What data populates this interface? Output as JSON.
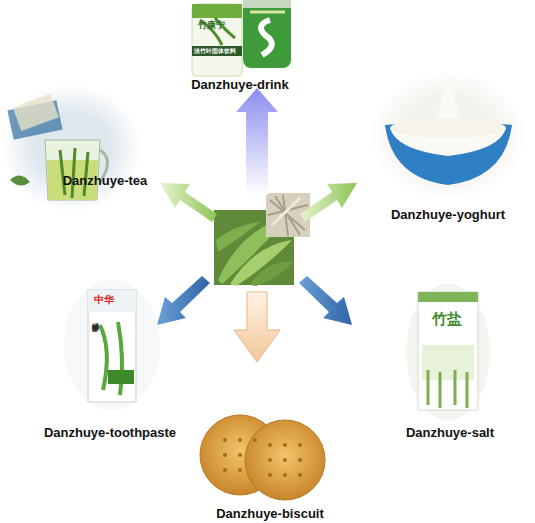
{
  "diagram": {
    "nodes": [
      {
        "text": [
          "Danzhuye-drink"
        ]
      },
      {
        "text": [
          "Danzhuye-tea"
        ]
      },
      {
        "text": [
          "Danzhuye-yoghurt"
        ]
      },
      {
        "text": [
          "Danzhuye-toothpaste"
        ]
      },
      {
        "text": [
          "Danzhuye-salt"
        ]
      },
      {
        "text": [
          "Danzhuye-biscuit"
        ]
      }
    ],
    "edges": [],
    "labels": [
      "竹康宁",
      "淡竹叶固体饮料",
      "中华",
      "专研护龈",
      "竹盐"
    ]
  }
}
